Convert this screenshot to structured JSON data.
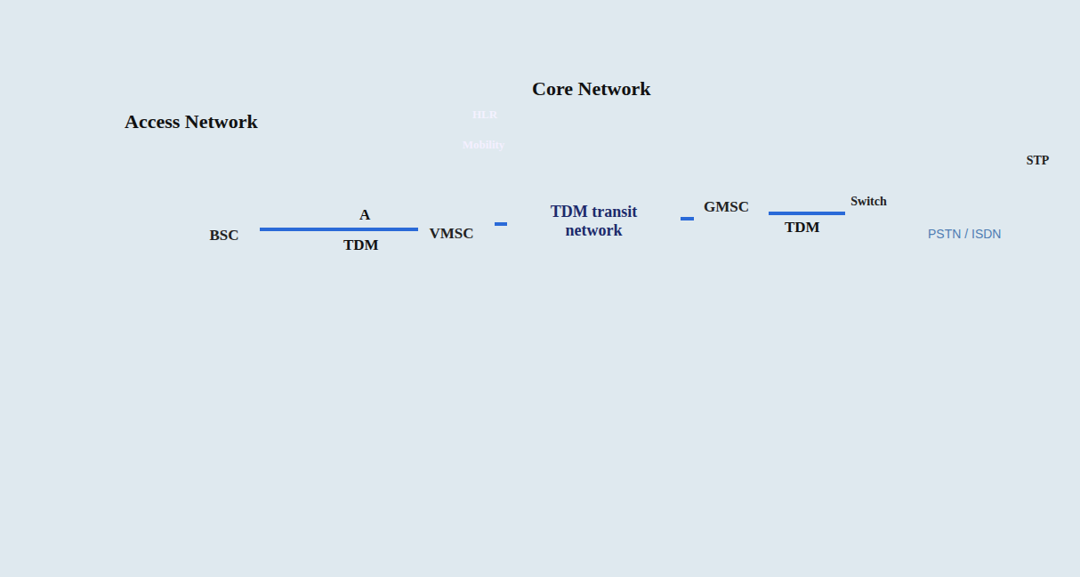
{
  "diagram": {
    "nodes": [
      {
        "text": [
          "Access Network"
        ]
      },
      {
        "text": [
          "BSC"
        ],
        "in": 0
      },
      {
        "text": [
          "Core Network"
        ]
      },
      {
        "text": [
          "Mobility"
        ],
        "in": 2
      },
      {
        "text": [
          "HLR"
        ],
        "in": 3
      },
      {
        "text": [
          "VMSC"
        ],
        "in": 2
      },
      {
        "text": [
          "TDM transit network"
        ],
        "in": 2
      },
      {
        "text": [
          "GMSC"
        ],
        "in": 2
      },
      {
        "text": [
          "PSTN / ISDN"
        ]
      },
      {
        "text": [
          "Switch"
        ],
        "in": 8
      },
      {
        "text": [
          "STP"
        ],
        "in": 8
      }
    ],
    "edges": [
      {
        "from": 1,
        "to": 5,
        "arrow": "none",
        "label": "A"
      },
      {
        "from": 5,
        "to": 6,
        "arrow": "none"
      },
      {
        "from": 6,
        "to": 7,
        "arrow": "none"
      },
      {
        "from": 7,
        "to": 9,
        "arrow": "none",
        "label": "TDM"
      }
    ],
    "labels": [
      "TDM"
    ]
  }
}
